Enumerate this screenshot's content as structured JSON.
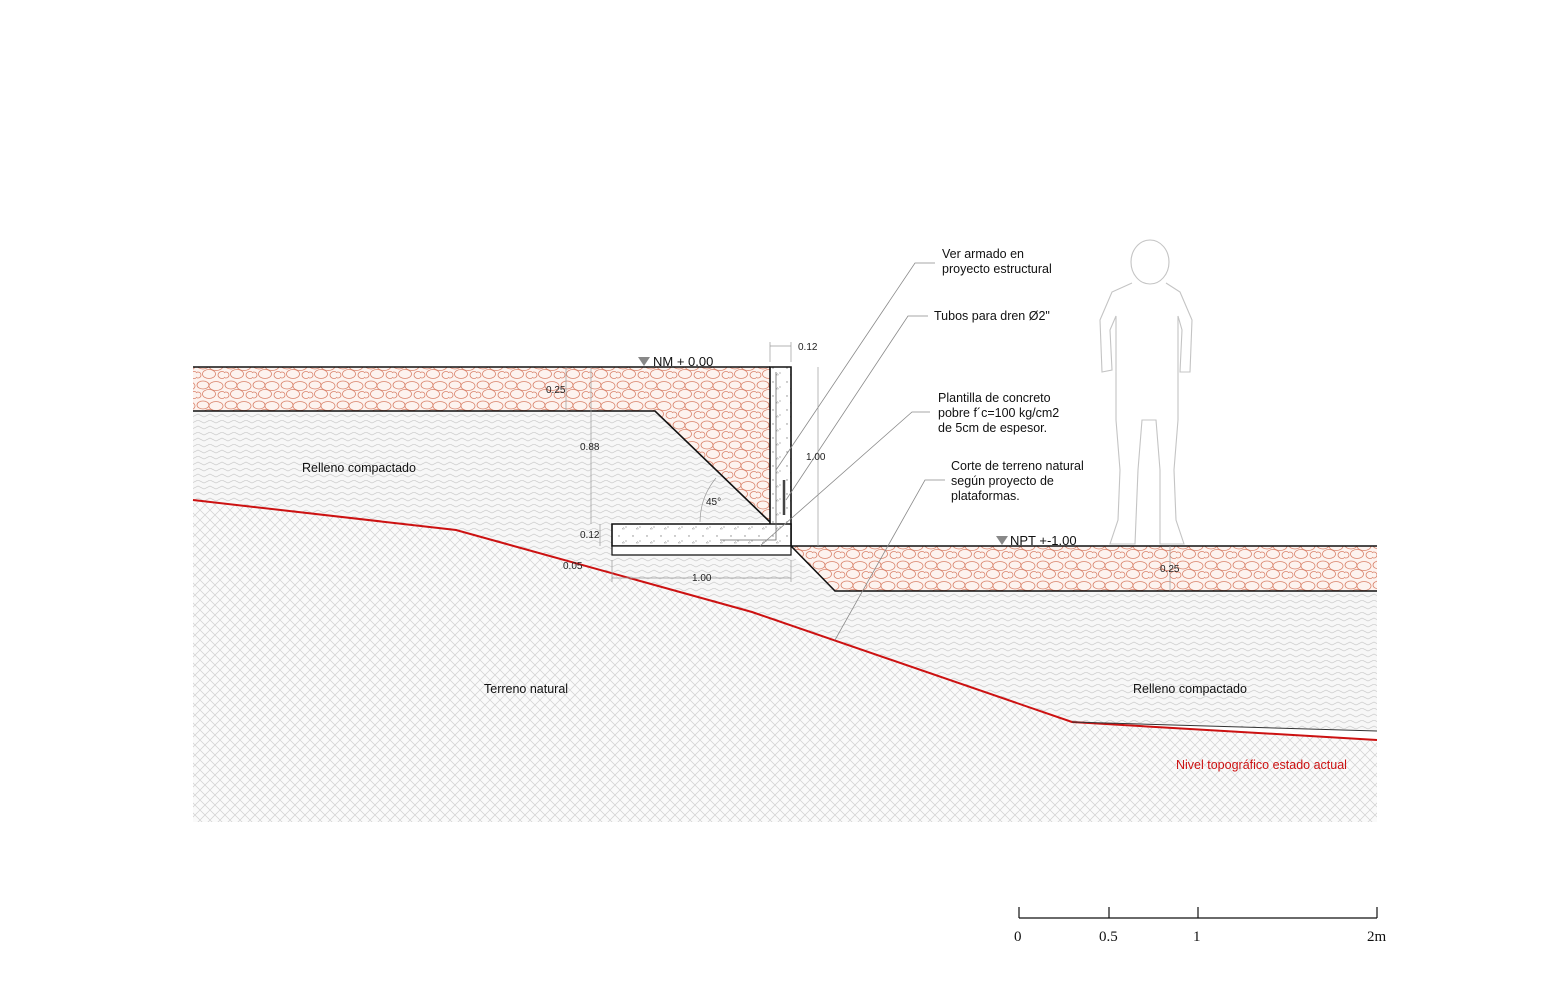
{
  "level_marks": {
    "upper": "NM +  0.00",
    "lower": "NPT +-1.00"
  },
  "notes": {
    "reinforcement": [
      "Ver armado en",
      "proyecto estructural"
    ],
    "drain_pipes": [
      "Tubos para dren Ø2\""
    ],
    "concrete_template": [
      "Plantilla de concreto",
      "pobre f´c=100 kg/cm2",
      "de 5cm de espesor."
    ],
    "terrain_cut": [
      "Corte de terreno natural",
      "según proyecto de",
      "plataformas."
    ]
  },
  "zones": {
    "fill_upper": "Relleno compactado",
    "natural_ground": "Terreno natural",
    "fill_lower": "Relleno compactado"
  },
  "topo_label": "Nivel topográfico estado actual",
  "dimensions": {
    "wall_thickness": "0.12",
    "gravel_upper": "0.25",
    "fill_depth": "0.88",
    "wall_height": "1.00",
    "slab_thickness": "0.12",
    "template_thickness": "0.05",
    "footing_width": "1.00",
    "gravel_lower": "0.25",
    "angle": "45°"
  },
  "scale_bar": {
    "ticks": [
      "0",
      "0.5",
      "1",
      "2m"
    ]
  },
  "colors": {
    "gravel": "#d9826a",
    "ground_line": "#cc1111",
    "hatch": "#c8c8c8",
    "outline": "#111111",
    "figure": "#c4c4c4"
  }
}
